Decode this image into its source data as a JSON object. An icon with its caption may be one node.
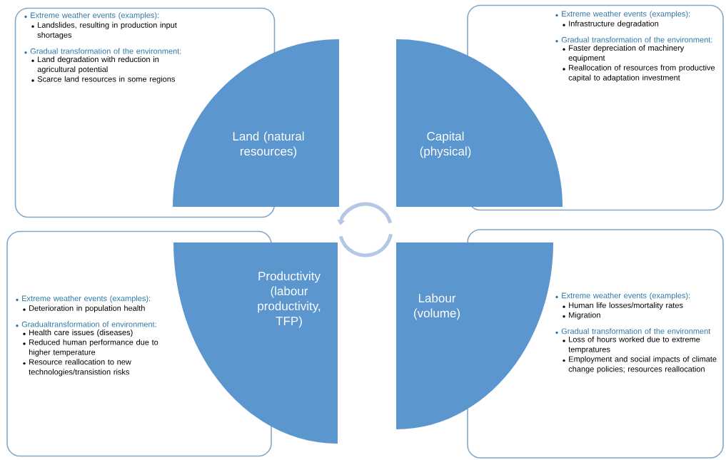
{
  "diagram": {
    "nodes": [
      {
        "text": [
          "Extreme weather events (examples):",
          "Landslides, resulting in production input shortages",
          "Gradual transformation of the environment:",
          "Land degradation with reduction in agricultural potential",
          "Scarce land resources in some regions"
        ]
      },
      {
        "text": [
          "Land (natural resources)"
        ]
      },
      {
        "text": [
          "Extreme weather events (examples):",
          "Infrastructure degradation",
          "Gradual transformation of the environment:",
          "Faster depreciation of machinery equipment",
          "Reallocation of resources from productive capital to adaptation investment"
        ]
      },
      {
        "text": [
          "Capital (physical)"
        ]
      },
      {
        "text": [
          "Extreme weather events (examples):",
          "Deterioration in population health",
          "Gradualtransformation of environment:",
          "Health care issues (diseases)",
          "Reduced human performance due to higher temperature",
          "Resource reallocation to new technologies/transistion risks"
        ]
      },
      {
        "text": [
          "Productivity (labour productivity, TFP)"
        ]
      },
      {
        "text": [
          "Extreme weather events (examples):",
          "Human life losses/mortality rates",
          "Migration",
          "Gradual transformation of the environment",
          "Loss of hours worked due to extreme tempratures",
          "Employment and social impacts of climate change policies; resources reallocation"
        ]
      },
      {
        "text": [
          "Labour (volume)"
        ]
      }
    ]
  }
}
